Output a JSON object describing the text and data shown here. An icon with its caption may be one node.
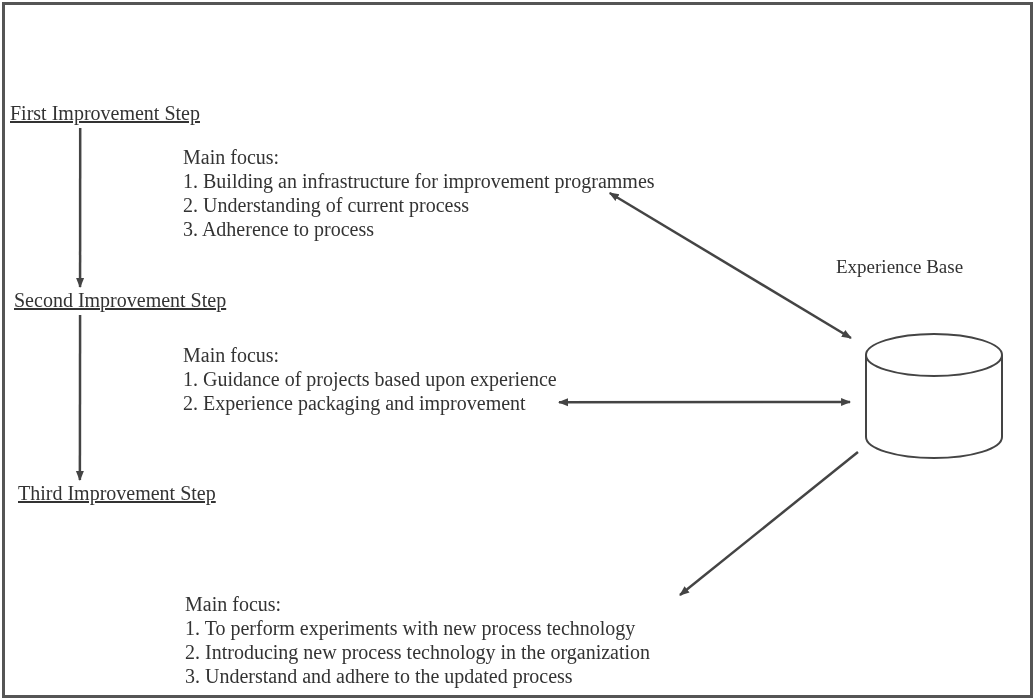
{
  "diagram": {
    "nodes": [
      {
        "text": [
          "First Improvement Step"
        ]
      },
      {
        "text": [
          "Main focus:",
          "1. Building an infrastructure for improvement programmes",
          "2. Understanding of current process",
          "3. Adherence to process"
        ]
      },
      {
        "text": [
          "Second Improvement Step"
        ]
      },
      {
        "text": [
          "Experience Base"
        ]
      },
      {
        "text": [
          "Main focus:",
          "1. Guidance of projects based upon experience",
          "2. Experience packaging and improvement"
        ]
      },
      {
        "text": [
          "Third Improvement Step"
        ]
      },
      {
        "text": [
          "Main focus:",
          "1. To perform experiments with new process technology",
          "2. Introducing new process technology in the organization",
          "3. Understand and adhere to the updated process"
        ]
      }
    ],
    "edges": [
      {
        "from": 0,
        "to": 2,
        "arrow": "to"
      },
      {
        "from": 2,
        "to": 5,
        "arrow": "to"
      },
      {
        "from": 1,
        "to": 3,
        "arrow": "both"
      },
      {
        "from": 4,
        "to": 3,
        "arrow": "both"
      },
      {
        "from": 3,
        "to": 6,
        "arrow": "to"
      }
    ]
  }
}
